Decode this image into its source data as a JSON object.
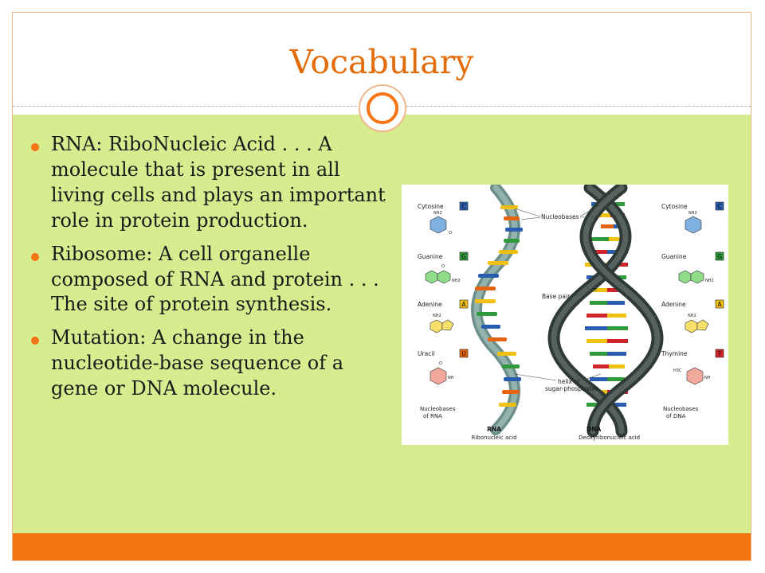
{
  "slide": {
    "title": "Vocabulary",
    "accent_color": "#e36c0a",
    "content_background": "#d6ec8f",
    "footer_bar_color": "#f57414"
  },
  "bullets": [
    {
      "text": "RNA: RiboNucleic Acid . . . A molecule that is present in all living cells and plays an important role in protein production."
    },
    {
      "text": "Ribosome: A cell organelle composed of RNA and protein . . . The site of protein synthesis."
    },
    {
      "text": "Mutation: A change in the nucleotide-base sequence of a gene or DNA molecule."
    }
  ],
  "figure": {
    "left_panel": {
      "bases": [
        {
          "name": "Cytosine",
          "letter": "C",
          "color": "#2a5db0"
        },
        {
          "name": "Guanine",
          "letter": "G",
          "color": "#2e9a3a"
        },
        {
          "name": "Adenine",
          "letter": "A",
          "color": "#f2c010"
        },
        {
          "name": "Uracil",
          "letter": "U",
          "color": "#e5650f"
        }
      ],
      "caption_line1": "Nucleobases",
      "caption_line2": "of RNA"
    },
    "right_panel": {
      "bases": [
        {
          "name": "Cytosine",
          "letter": "C",
          "color": "#2a5db0"
        },
        {
          "name": "Guanine",
          "letter": "G",
          "color": "#2e9a3a"
        },
        {
          "name": "Adenine",
          "letter": "A",
          "color": "#f2c010"
        },
        {
          "name": "Thymine",
          "letter": "T",
          "color": "#d0262a"
        }
      ],
      "caption_line1": "Nucleobases",
      "caption_line2": "of DNA"
    },
    "labels": {
      "nucleobases": "Nucleobases",
      "base_pair": "Base pair",
      "helix_line1": "helix of",
      "helix_line2": "sugar-phosphates",
      "rna_title": "RNA",
      "rna_subtitle": "Ribonucleic acid",
      "dna_title": "DNA",
      "dna_subtitle": "Deoxyribonucleic acid"
    },
    "molecule_text": {
      "nh2": "NH2",
      "nh": "NH",
      "n": "N",
      "h": "H",
      "o": "O",
      "h3c": "H3C"
    }
  }
}
